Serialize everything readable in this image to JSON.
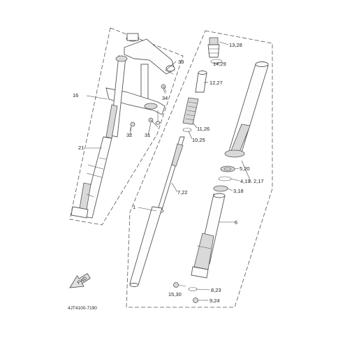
{
  "callouts": {
    "c1": "1",
    "c2_17": "2,17",
    "c3_18": "3,18",
    "c4_19": "4,19",
    "c5_20": "5,20",
    "c6": "6",
    "c7_22": "7,22",
    "c8_23": "8,23",
    "c9_24": "9,24",
    "c10_25": "10,25",
    "c11_26": "11,26",
    "c12_27": "12,27",
    "c13_28": "13,28",
    "c14_29": "14,29",
    "c15_30": "15,30",
    "c16": "16",
    "c21": "21",
    "c31": "31",
    "c32": "32",
    "c33": "33",
    "c34": "34"
  },
  "fwd_label": "FWD",
  "catalog_code": "4JT4100-7190"
}
